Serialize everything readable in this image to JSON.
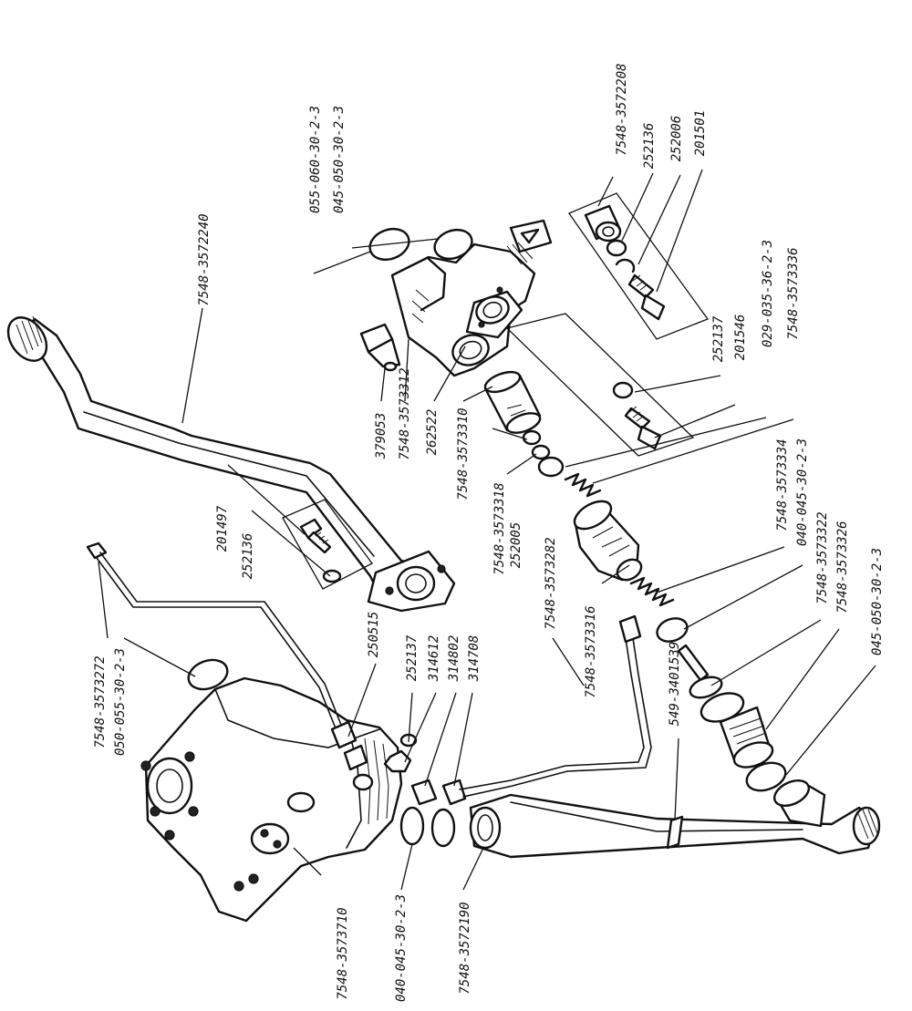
{
  "labels": {
    "l01": "055-060-30-2-3",
    "l02": "045-050-30-2-3",
    "l03": "7548-3572208",
    "l04": "252136",
    "l05": "252006",
    "l06": "201501",
    "l07": "7548-3572240",
    "l08": "252137",
    "l09": "201546",
    "l10": "029-035-36-2-3",
    "l11": "7548-3573336",
    "l12": "379053",
    "l13": "7548-3573312",
    "l14": "262522",
    "l15": "7548-3573310",
    "l16": "201497",
    "l17": "252136",
    "l18": "7548-3573318",
    "l19": "252005",
    "l20": "7548-3573272",
    "l21": "050-055-30-2-3",
    "l22": "250515",
    "l23": "252137",
    "l24": "314612",
    "l25": "314802",
    "l26": "314708",
    "l27": "7548-3573282",
    "l28": "7548-3573316",
    "l29": "7548-3573334",
    "l30": "040-045-30-2-3",
    "l31": "7548-3573322",
    "l32": "7548-3573326",
    "l33": "045-050-30-2-3",
    "l34": "549-3401539",
    "l35": "7548-3573710",
    "l36": "040-045-30-2-3",
    "l37": "7548-3572190"
  }
}
